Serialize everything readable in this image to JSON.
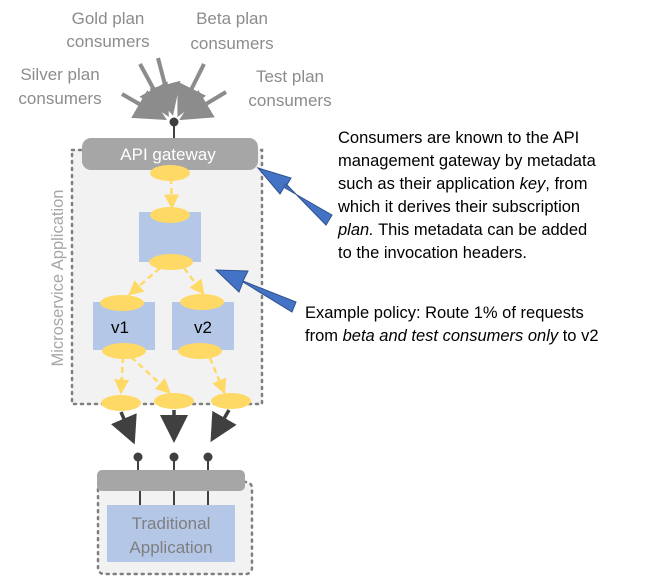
{
  "consumers": {
    "gold": [
      "Gold plan",
      "consumers"
    ],
    "beta": [
      "Beta plan",
      "consumers"
    ],
    "silver": [
      "Silver plan",
      "consumers"
    ],
    "test": [
      "Test plan",
      "consumers"
    ]
  },
  "gateway_label": "API gateway",
  "boundary_label": "Microservice Application",
  "versions": {
    "v1": "v1",
    "v2": "v2"
  },
  "traditional_app": [
    "Traditional",
    "Application"
  ],
  "note_gateway": {
    "line1": "Consumers are known to the API",
    "line2": "management gateway by metadata",
    "line3_a": "such as their application ",
    "line3_key": "key",
    "line3_b": ", from",
    "line4": "which it derives their subscription",
    "line5_plan": "plan.",
    "line5_b": " This metadata can be added",
    "line6": "to the invocation headers."
  },
  "note_policy": {
    "line1": "Example policy: Route 1% of requests",
    "line2_a": "from ",
    "line2_em": "beta and test consumers only",
    "line2_b": " to v2"
  },
  "colors": {
    "gateway_gray": "#a6a6a6",
    "service_blue": "#b4c7e7",
    "node_yellow": "#ffd966",
    "callout_blue": "#4472c4",
    "boundary_gray": "#f2f2f2"
  }
}
